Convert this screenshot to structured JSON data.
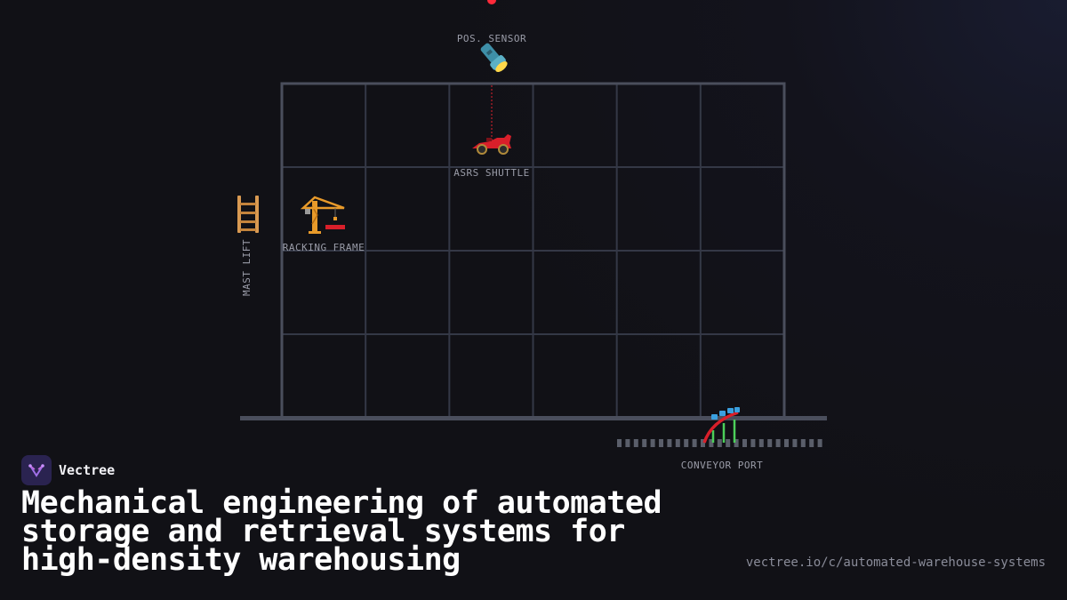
{
  "diagram": {
    "labels": {
      "sensor": "POS. SENSOR",
      "shuttle": "ASRS SHUTTLE",
      "frame": "RACKING FRAME",
      "lift": "MAST LIFT",
      "conveyor": "CONVEYOR PORT"
    },
    "icons": {
      "sensor": "flashlight-icon",
      "shuttle": "race-car-icon",
      "frame": "construction-crane-icon",
      "lift": "ladder-icon",
      "conveyor": "roller-coaster-icon"
    },
    "grid": {
      "columns": 6,
      "rows": 4
    },
    "colors": {
      "frame": "#4a4e5c",
      "grid": "#343846",
      "beam": "#e0212e",
      "sensor_dot": "#ff2a3a"
    }
  },
  "footer": {
    "brand_name": "Vectree",
    "headline": "Mechanical engineering of automated storage and retrieval systems for high-density warehousing",
    "url": "vectree.io/c/automated-warehouse-systems"
  }
}
